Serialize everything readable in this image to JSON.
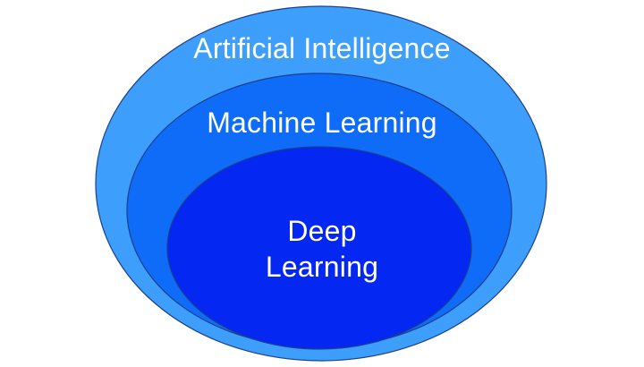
{
  "diagram": {
    "levels": [
      {
        "label": "Artificial Intelligence",
        "color": "#3d9ffb"
      },
      {
        "label": "Machine Learning",
        "color": "#0f6cf8"
      },
      {
        "label_lines": [
          "Deep",
          "Learning"
        ],
        "color": "#0527f2"
      }
    ],
    "outline_color": "#1c3f8c"
  }
}
